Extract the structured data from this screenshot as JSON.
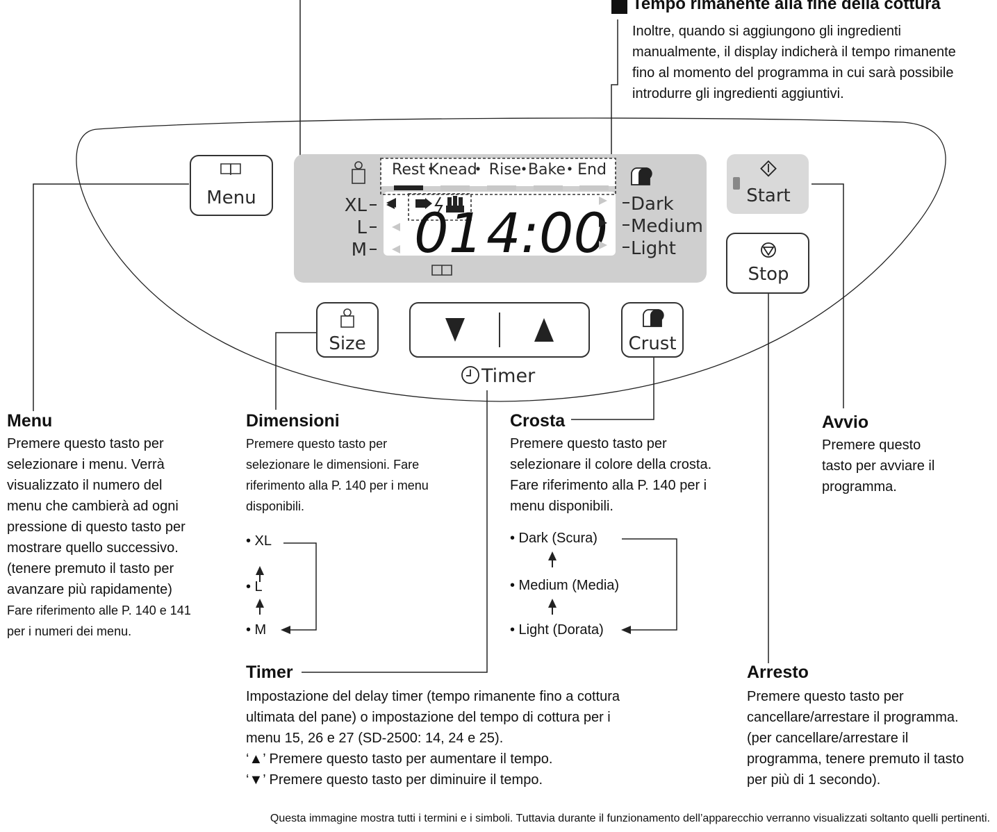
{
  "callout_top": {
    "title": "Tempo rimanente alla fine della cottura",
    "lines": [
      "Inoltre, quando si aggiungono gli ingredienti",
      "manualmente, il display indicherà il tempo rimanente",
      "fino al momento del programma in cui sarà possibile",
      "introdurre gli ingredienti aggiuntivi."
    ]
  },
  "panel": {
    "menu_button": "Menu",
    "size_button": "Size",
    "crust_button": "Crust",
    "start_button": "Start",
    "stop_button": "Stop",
    "timer_label": "Timer",
    "stages": [
      "Rest",
      "Knead",
      "Rise",
      "Bake",
      "End"
    ],
    "size_levels": [
      "XL",
      "L",
      "M"
    ],
    "crust_levels": [
      "Dark",
      "Medium",
      "Light"
    ],
    "menu_number": "01",
    "time": "4:00",
    "colors": {
      "panel_gray": "#cfcfcf",
      "display_white": "#ffffff",
      "start_gray": "#d9d9d9"
    }
  },
  "menu_section": {
    "title": "Menu",
    "lines": [
      "Premere questo tasto per",
      "selezionare i menu. Verrà",
      "visualizzato il numero del",
      "menu che cambierà ad ogni",
      "pressione di questo tasto per",
      "mostrare quello successivo.",
      "(tenere premuto il tasto per",
      "avanzare più rapidamente)"
    ],
    "small_lines": [
      "Fare riferimento alle P. 140 e 141",
      "per i numeri dei menu."
    ]
  },
  "size_section": {
    "title": "Dimensioni",
    "lines": [
      "Premere questo tasto per",
      "selezionare le dimensioni. Fare",
      "riferimento alla P. 140 per i menu",
      "disponibili."
    ],
    "options": [
      "• XL",
      "• L",
      "• M"
    ]
  },
  "crust_section": {
    "title": "Crosta",
    "lines": [
      "Premere questo tasto per",
      "selezionare il colore della crosta.",
      "Fare riferimento alla P. 140 per i",
      "menu disponibili."
    ],
    "options": [
      "• Dark (Scura)",
      "• Medium (Media)",
      "• Light (Dorata)"
    ]
  },
  "start_section": {
    "title": "Avvio",
    "lines": [
      "Premere questo",
      "tasto per avviare il",
      "programma."
    ]
  },
  "timer_section": {
    "title": "Timer",
    "lines": [
      "Impostazione del delay timer (tempo rimanente fino a cottura",
      "ultimata del pane) o impostazione del tempo di cottura per i",
      "menu 15, 26 e 27 (SD-2500: 14, 24 e 25).",
      "‘▲’ Premere questo tasto per aumentare il tempo.",
      "‘▼’ Premere questo tasto per diminuire il tempo."
    ]
  },
  "stop_section": {
    "title": "Arresto",
    "lines": [
      "Premere questo tasto per",
      "cancellare/arrestare il programma.",
      "(per cancellare/arrestare il",
      "programma, tenere premuto il tasto",
      "per più di 1 secondo)."
    ]
  },
  "footer": "Questa immagine mostra tutti i termini e i simboli. Tuttavia durante il funzionamento dell’apparecchio verranno visualizzati soltanto quelli pertinenti."
}
